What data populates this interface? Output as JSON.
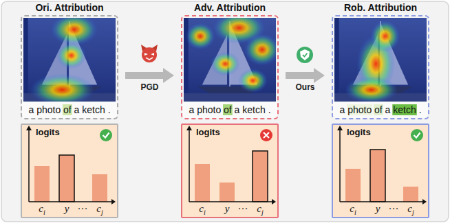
{
  "diagram": {
    "nodes": [
      {
        "text": [
          "Ori. Attribution",
          "a photo of a ketch ."
        ]
      },
      {
        "text": [
          "Adv. Attribution",
          "a photo of a ketch ."
        ]
      },
      {
        "text": [
          "Rob. Attribution",
          "a photo of a ketch ."
        ]
      },
      {
        "text": [
          "logits",
          "c",
          "i",
          "y",
          "···",
          "c",
          "j"
        ]
      },
      {
        "text": [
          "logits",
          "c",
          "i",
          "y",
          "···",
          "c",
          "j"
        ]
      },
      {
        "text": [
          "logits",
          "c",
          "i",
          "y",
          "···",
          "c",
          "j"
        ]
      }
    ],
    "edges": [
      {
        "from": 0,
        "to": 1,
        "arrow": "to",
        "label": "PGD"
      },
      {
        "from": 1,
        "to": 2,
        "arrow": "to",
        "label": "Ours"
      }
    ]
  }
}
